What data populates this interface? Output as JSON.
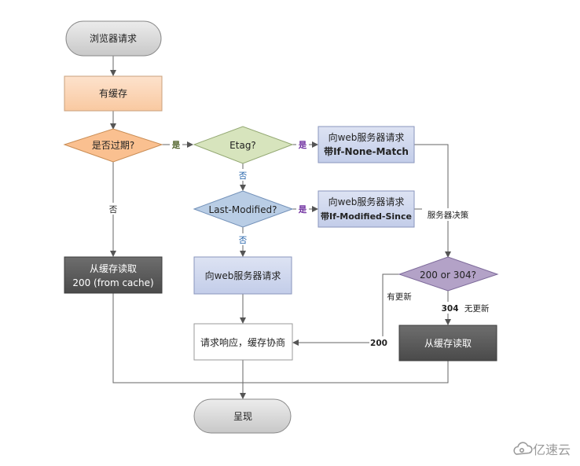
{
  "nodes": {
    "browser_request": "浏览器请求",
    "has_cache": "有缓存",
    "is_expired": "是否过期?",
    "etag": "Etag?",
    "last_modified": "Last-Modified?",
    "req_inm_line1": "向web服务器请求",
    "req_inm_line2": "带If-None-Match",
    "req_ims_line1": "向web服务器请求",
    "req_ims_line2": "带If-Modified-Since",
    "read_cache_line1": "从缓存读取",
    "read_cache_line2": "200 (from cache)",
    "request_server": "向web服务器请求",
    "response_cache": "请求响应，缓存协商",
    "status_check": "200 or 304?",
    "read_cache_304": "从缓存读取",
    "render": "呈现"
  },
  "edges": {
    "yes_expired": "是",
    "no_expired": "否",
    "yes_etag": "是",
    "no_etag": "否",
    "yes_lastmod": "是",
    "no_lastmod": "否",
    "server_decision": "服务器决策",
    "has_update": "有更新",
    "code_200": "200",
    "no_update_code": "304",
    "no_update": "无更新"
  },
  "watermark": "亿速云",
  "colors": {
    "terminal_fill": "#d9d9d9",
    "cache_fill": "#fbd5b5",
    "decision_orange": "#fac090",
    "decision_green": "#d7e4bd",
    "decision_blue": "#b9cde5",
    "request_fill": "#d0d8ee",
    "dark_fill": "#5a5a5a",
    "decision_purple": "#b3a2c7",
    "yes_label_green": "#4f6228",
    "yes_label_purple": "#7030a0",
    "no_label_blue": "#1f5fa8"
  }
}
